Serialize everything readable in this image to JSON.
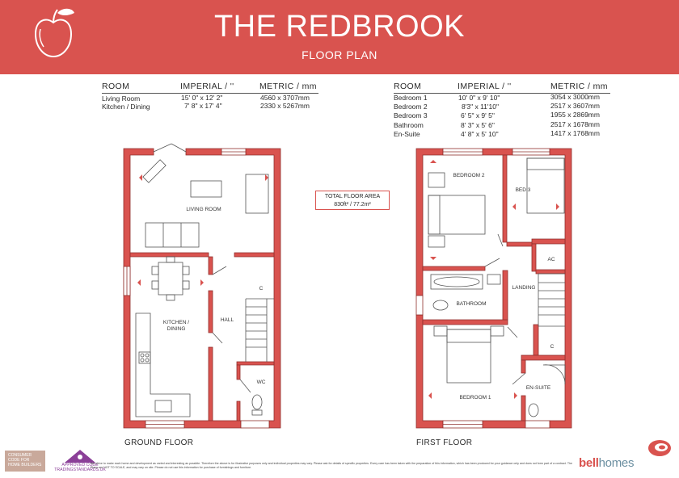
{
  "header": {
    "title": "THE REDBROOK",
    "subtitle": "FLOOR PLAN",
    "brand_color": "#d9534f",
    "logo_icon": "apple-logo-icon"
  },
  "ground_table": {
    "col_room": "ROOM",
    "col_imperial": "IMPERIAL / ''",
    "col_metric": "METRIC / mm",
    "rows": [
      {
        "room": "Living Room",
        "imperial": "15' 0\" x 12' 2\"",
        "metric": "4560 x 3707mm"
      },
      {
        "room": "Kitchen / Dining",
        "imperial": "7' 8\" x 17' 4\"",
        "metric": "2330  x 5267mm"
      }
    ]
  },
  "first_table": {
    "col_room": "ROOM",
    "col_imperial": "IMPERIAL / ''",
    "col_metric": "METRIC / mm",
    "rows": [
      {
        "room": "Bedroom 1",
        "imperial": "10' 0\" x   9' 10\"",
        "metric": "3054 x 3000mm"
      },
      {
        "room": "Bedroom 2",
        "imperial": "8'3\" x  11'10\"",
        "metric": "2517 x 3607mm"
      },
      {
        "room": "Bedroom 3",
        "imperial": "6' 5\" x   9' 5\"",
        "metric": "1955 x 2869mm"
      },
      {
        "room": "Bathroom",
        "imperial": "8' 3\" x   5' 6\"",
        "metric": "2517 x 1678mm"
      },
      {
        "room": "En-Suite",
        "imperial": "4' 8\" x   5' 10\"",
        "metric": "1417 x 1768mm"
      }
    ]
  },
  "total": {
    "label": "TOTAL FLOOR AREA",
    "value": "830ft² / 77.2m²"
  },
  "ground_floor": {
    "label": "GROUND FLOOR",
    "rooms": {
      "living": "LIVING ROOM",
      "kitchen": "KITCHEN / DINING",
      "hall": "HALL",
      "c": "C",
      "wc": "WC"
    }
  },
  "first_floor": {
    "label": "FIRST FLOOR",
    "rooms": {
      "bed2": "BEDROOM 2",
      "bed3": "BED 3",
      "ac": "AC",
      "landing": "LANDING",
      "bathroom": "BATHROOM",
      "c": "C",
      "ensuite": "EN-SUITE",
      "bed1": "BEDROOM 1"
    }
  },
  "footer": {
    "badge1_line1": "CONSUMER",
    "badge1_line2": "CODE FOR",
    "badge1_line3": "HOME BUILDERS",
    "badge2_line1": "APPROVED CODE",
    "badge2_line2": "TRADINGSTANDARDS.UK",
    "disclaimer": "We strive to make each home and development as varied and interesting as possible. Therefore the above is for illustrative purposes only and individual properties may vary. Please ask for details of specific properties. Every care has been taken with the preparation of this information, which has been produced for your guidance only and does not form part of a contract. The Plans are NOT TO SCALE, and may vary on site. Please do not use this information for purchase of furnishings and furniture.",
    "brand_a": "bell",
    "brand_b": "homes"
  },
  "colors": {
    "wall": "#d9534f",
    "wall_stroke": "#8f2f2c"
  }
}
